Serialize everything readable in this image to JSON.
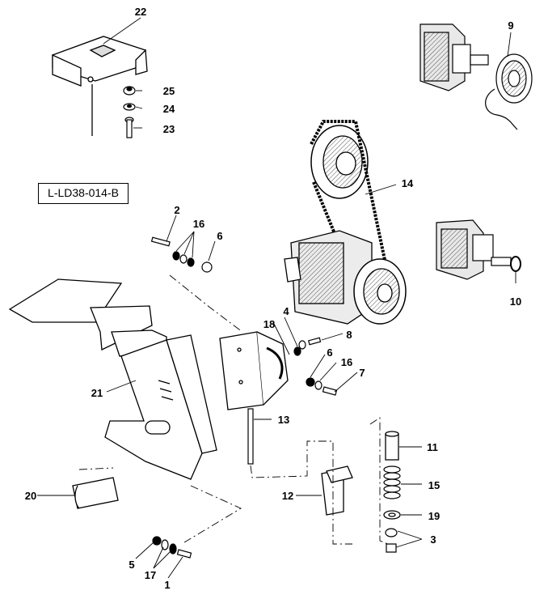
{
  "reference_code": "L-LD38-014-B",
  "callouts": {
    "c1": "1",
    "c2": "2",
    "c3": "3",
    "c4": "4",
    "c5": "5",
    "c6a": "6",
    "c6b": "6",
    "c7": "7",
    "c8": "8",
    "c9": "9",
    "c10": "10",
    "c11": "11",
    "c12": "12",
    "c13": "13",
    "c14": "14",
    "c15": "15",
    "c16a": "16",
    "c16b": "16",
    "c17": "17",
    "c18": "18",
    "c19": "19",
    "c20": "20",
    "c21": "21",
    "c22": "22",
    "c23": "23",
    "c24": "24",
    "c25": "25"
  }
}
